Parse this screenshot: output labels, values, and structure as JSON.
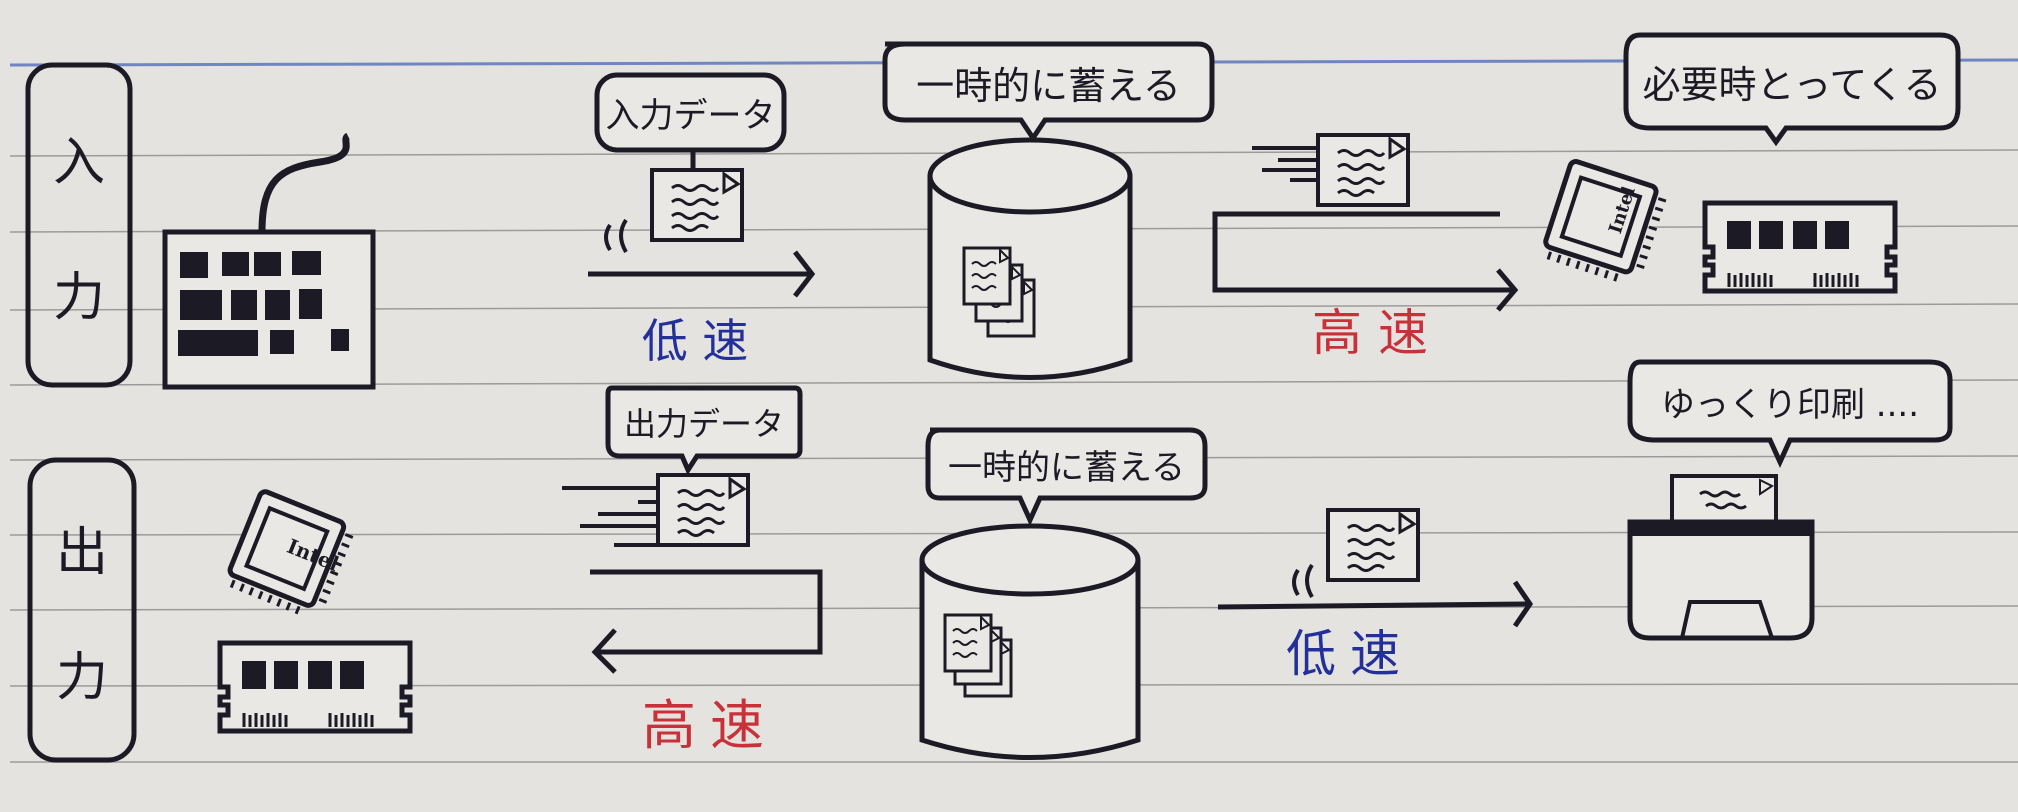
{
  "paper": {
    "background": "#e4e3df",
    "rule_color": "#9b9b9b",
    "top_rule_color": "#6f86c2",
    "ink": "#1c1a24",
    "blue_ink": "#23309a",
    "red_ink": "#c9313a"
  },
  "rows": {
    "input": {
      "side_label": [
        "入",
        "力"
      ],
      "source_device": "keyboard",
      "bubble_1": "入力データ",
      "speed_1": {
        "text": "低 速",
        "color": "blue"
      },
      "buffer_bubble": "一時的に蓄える",
      "speed_2": {
        "text": "高 速",
        "color": "red"
      },
      "dest_bubble": "必要時とってくる",
      "dest_devices": [
        "cpu",
        "memory"
      ],
      "cpu_label": "Intel"
    },
    "output": {
      "side_label": [
        "出",
        "力"
      ],
      "source_devices": [
        "cpu",
        "memory"
      ],
      "cpu_label": "Intel",
      "bubble_1": "出力データ",
      "speed_1": {
        "text": "高速",
        "color": "red"
      },
      "buffer_bubble": "一時的に蓄える",
      "speed_2": {
        "text": "低速",
        "color": "blue"
      },
      "dest_bubble": "ゆっくり印刷 ....",
      "dest_device": "printer"
    }
  }
}
